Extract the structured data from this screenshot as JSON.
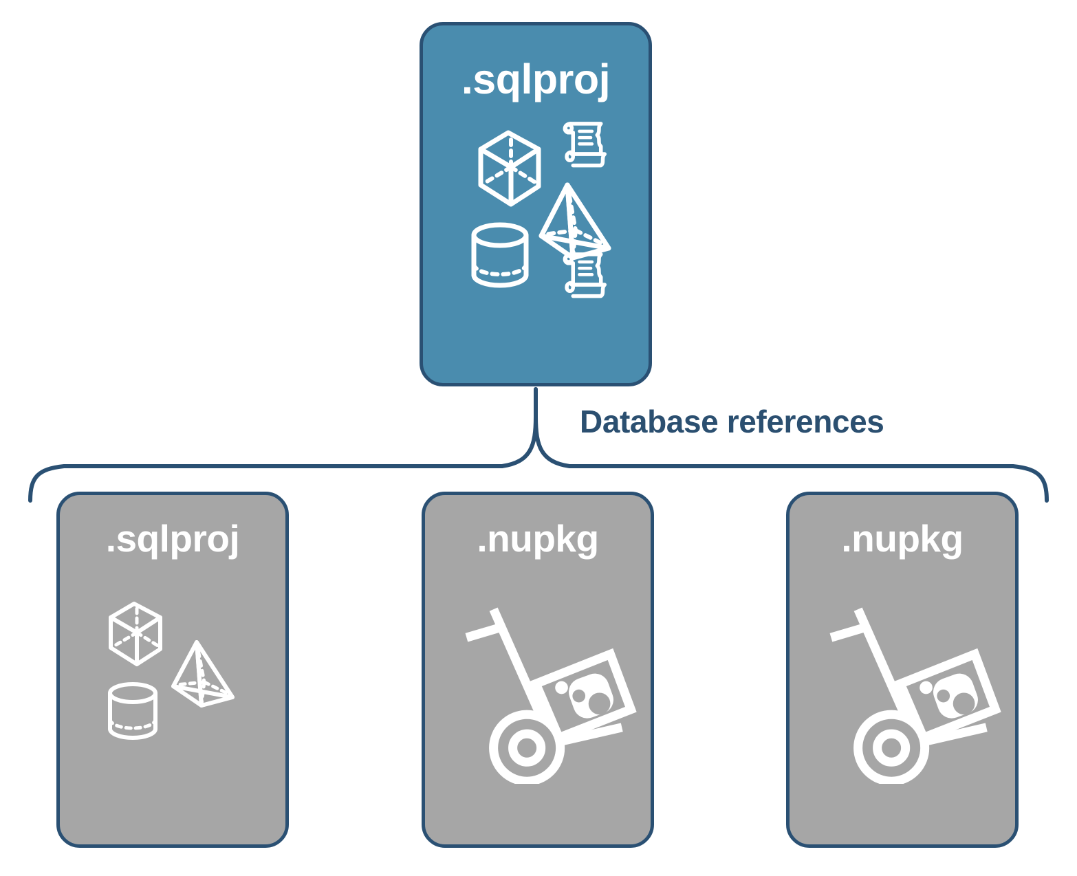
{
  "diagram": {
    "title_text": "Database references",
    "colors": {
      "primary_fill": "#4a8cae",
      "secondary_fill": "#a6a6a6",
      "stroke": "#2a5073",
      "label_text": "#2b4f70",
      "icon": "#ffffff"
    },
    "nodes": {
      "root": {
        "label": ".sqlproj",
        "kind": "primary",
        "icon_name": "database-schema-objects-icon",
        "icon_parts": [
          "cube",
          "pyramid",
          "cylinder",
          "script-scroll",
          "script-scroll"
        ]
      },
      "children": [
        {
          "label": ".sqlproj",
          "kind": "secondary",
          "icon_name": "database-schema-objects-icon",
          "icon_parts": [
            "cube",
            "pyramid",
            "cylinder"
          ]
        },
        {
          "label": ".nupkg",
          "kind": "secondary",
          "icon_name": "nuget-package-dolly-icon",
          "icon_parts": [
            "hand-truck",
            "package-box"
          ]
        },
        {
          "label": ".nupkg",
          "kind": "secondary",
          "icon_name": "nuget-package-dolly-icon",
          "icon_parts": [
            "hand-truck",
            "package-box"
          ]
        }
      ]
    },
    "connector": {
      "name": "curly-brace-connector",
      "style": "brace",
      "direction": "root-to-children"
    }
  }
}
